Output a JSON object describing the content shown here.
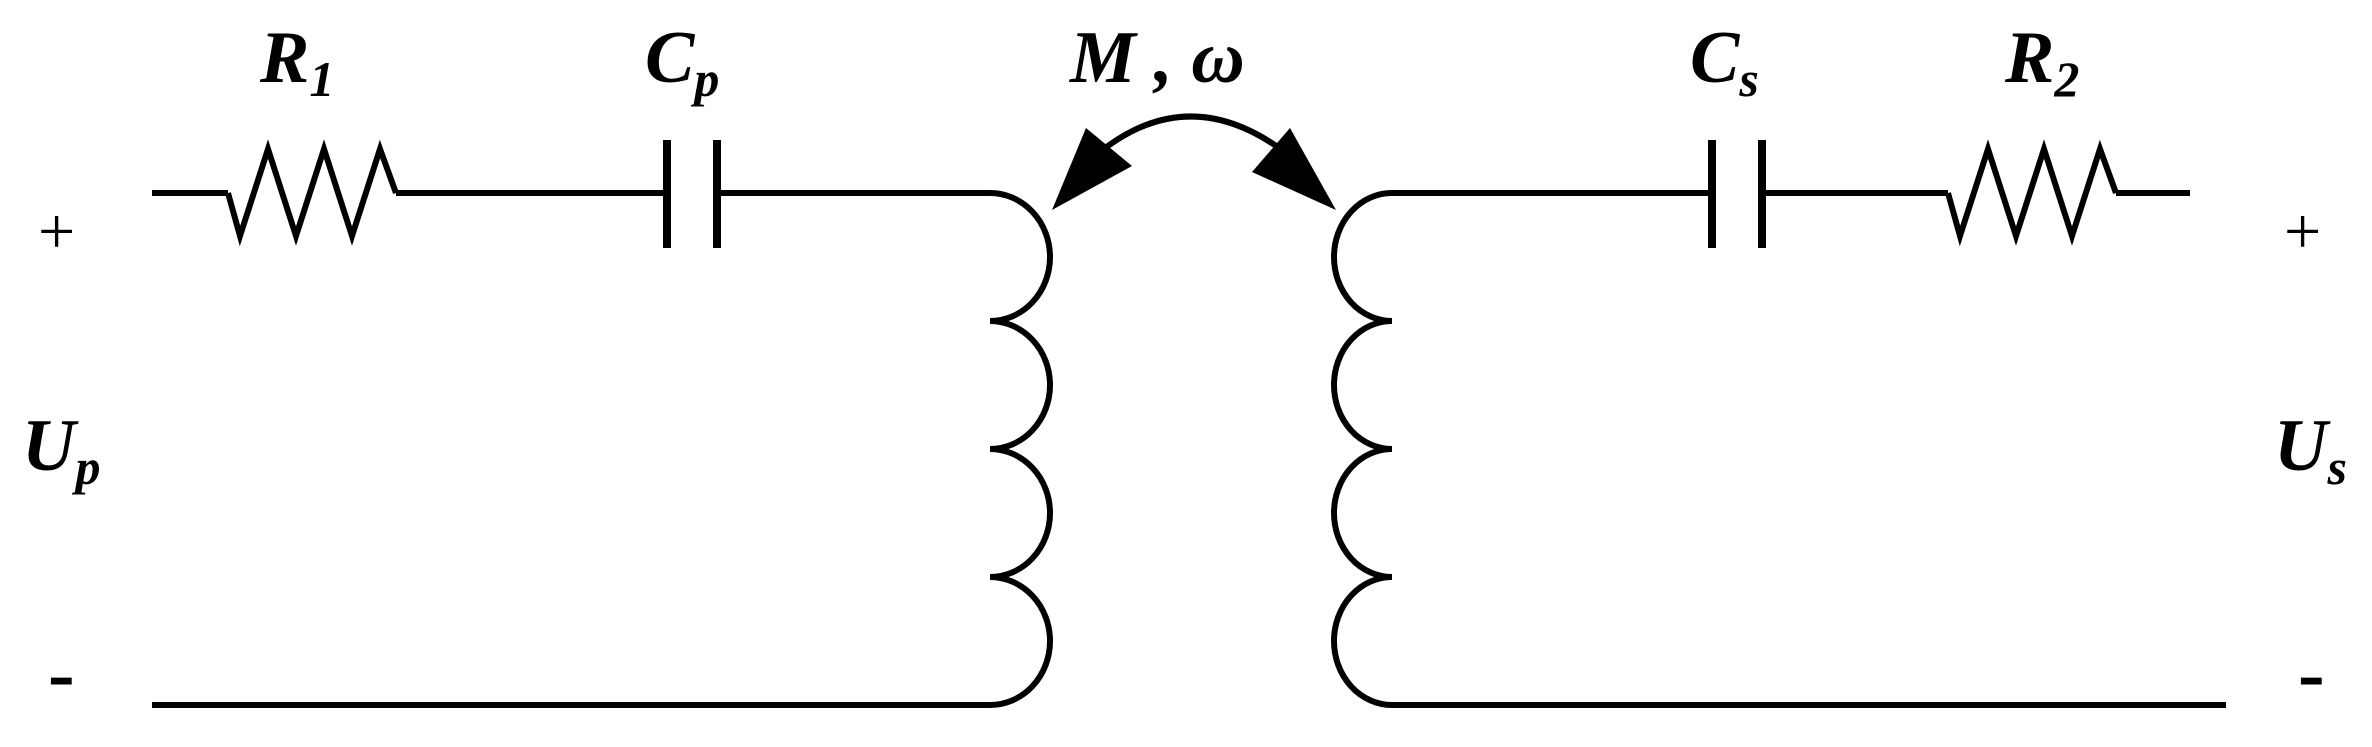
{
  "labels": {
    "r1": {
      "main": "R",
      "sub": "1"
    },
    "cp": {
      "main": "C",
      "sub": "p"
    },
    "mutual": "M , ω",
    "cs": {
      "main": "C",
      "sub": "s"
    },
    "r2": {
      "main": "R",
      "sub": "2"
    },
    "up": {
      "main": "U",
      "sub": "p"
    },
    "us": {
      "main": "U",
      "sub": "s"
    }
  },
  "terminals": {
    "primary_plus": "+",
    "primary_minus": "-",
    "secondary_plus": "+",
    "secondary_minus": "-"
  }
}
